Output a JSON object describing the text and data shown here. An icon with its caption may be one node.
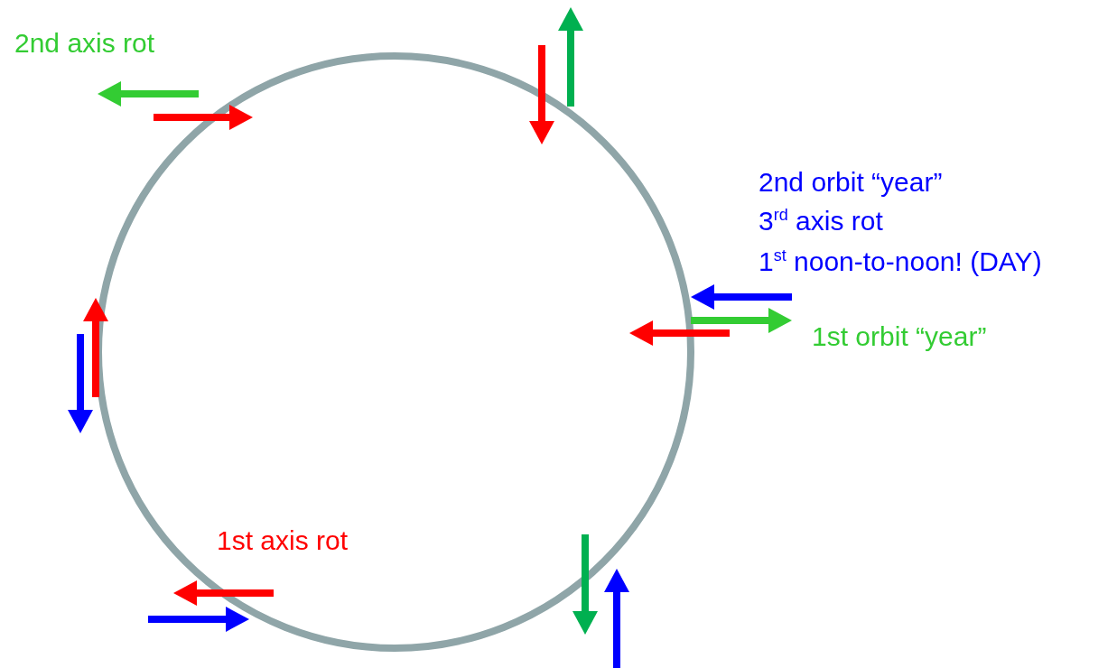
{
  "diagram": {
    "labels": [
      "2nd axis rot",
      "2nd orbit “year”",
      "3$^{rd}$ axis rot",
      "1$^{st}$ noon-to-noon! (DAY)",
      "1st orbit “year”",
      "1st axis rot"
    ]
  }
}
